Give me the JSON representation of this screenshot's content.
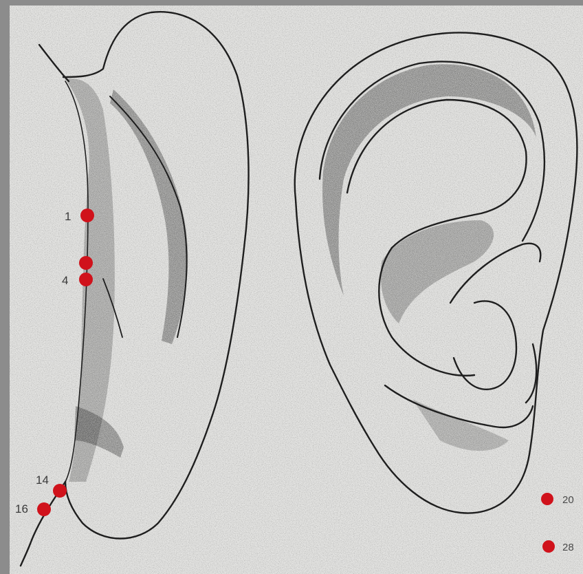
{
  "colors": {
    "background_frame": "#8c8c8c",
    "paper": "#e3e3e1",
    "ink": "#1e1e1e",
    "point": "#d0121b"
  },
  "points": [
    {
      "id": "p1",
      "label": "1"
    },
    {
      "id": "p-unlabeled",
      "label": ""
    },
    {
      "id": "p4",
      "label": "4"
    },
    {
      "id": "p14",
      "label": "14"
    },
    {
      "id": "p16",
      "label": "16"
    }
  ],
  "legend": [
    {
      "label": "20"
    },
    {
      "label": "28"
    }
  ]
}
